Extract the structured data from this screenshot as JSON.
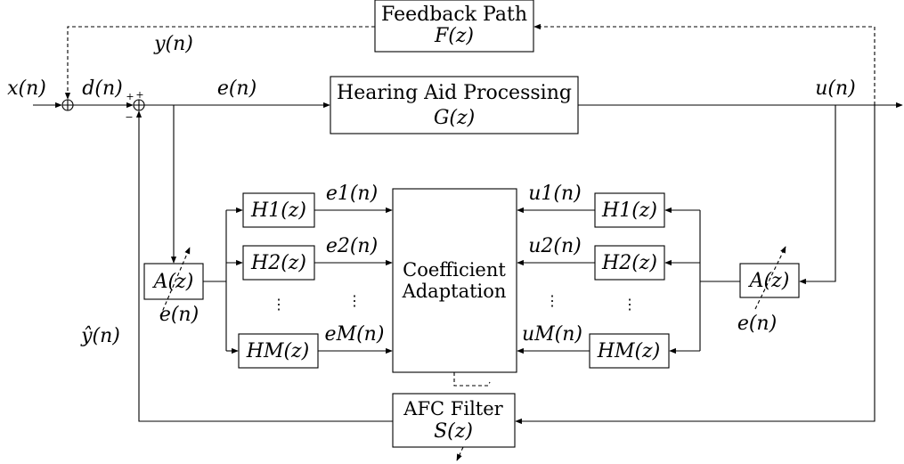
{
  "blocks": {
    "feedback_path": {
      "line1": "Feedback Path",
      "line2": "F(z)"
    },
    "hearing_aid": {
      "line1": "Hearing Aid Processing",
      "line2": "G(z)"
    },
    "coefficient_adaptation": {
      "line1": "Coefficient",
      "line2": "Adaptation"
    },
    "afc_filter": {
      "line1": "AFC Filter",
      "line2": "S(z)"
    },
    "left_A": "A(z)",
    "right_A": "A(z)",
    "left_H1": "H1(z)",
    "left_H2": "H2(z)",
    "left_HM": "HM(z)",
    "right_H1": "H1(z)",
    "right_H2": "H2(z)",
    "right_HM": "HM(z)"
  },
  "signals": {
    "x": "x(n)",
    "d": "d(n)",
    "y": "y(n)",
    "e": "e(n)",
    "u": "u(n)",
    "yhat": "ŷ(n)",
    "e_left_A": "e(n)",
    "e_right_A": "e(n)",
    "e1": "e1(n)",
    "e2": "e2(n)",
    "eM": "eM(n)",
    "u1": "u1(n)",
    "u2": "u2(n)",
    "uM": "uM(n)"
  },
  "signs": {
    "plus1": "+",
    "plus2": "+",
    "minus": "−"
  },
  "ellipsis": "⋮"
}
